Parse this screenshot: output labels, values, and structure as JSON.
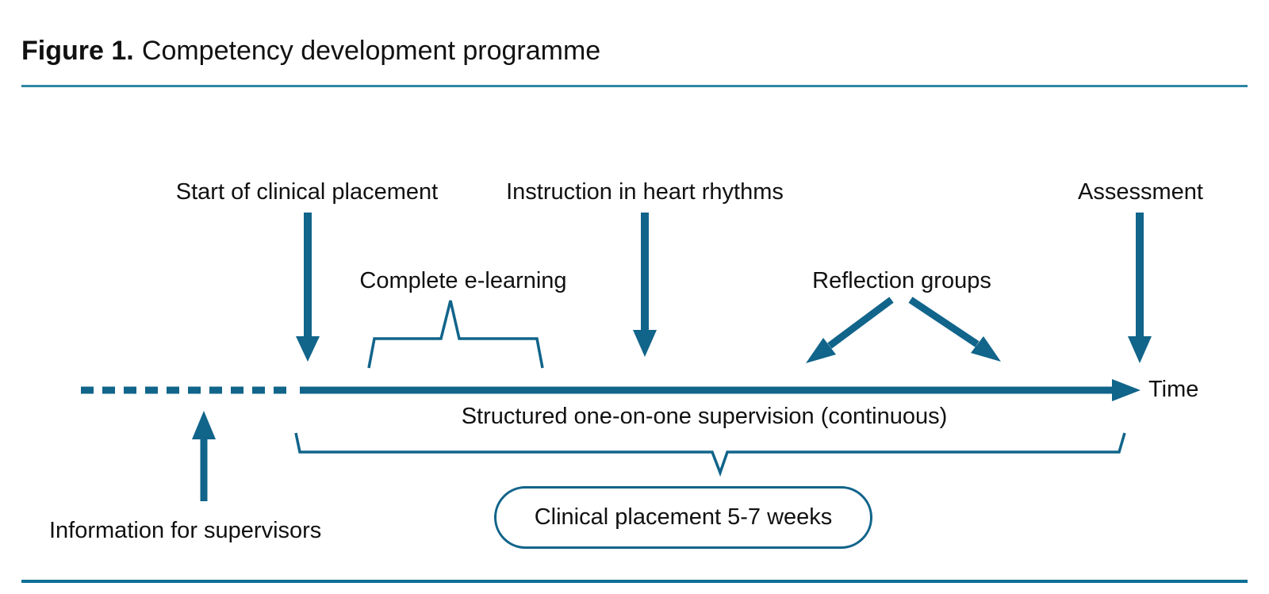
{
  "figure": {
    "label": "Figure 1.",
    "title": "Competency development programme"
  },
  "diagram": {
    "events": {
      "start": "Start of clinical placement",
      "instruction": "Instruction in heart rhythms",
      "assessment": "Assessment",
      "elearning": "Complete e-learning",
      "reflection": "Reflection groups",
      "supervision": "Structured one-on-one supervision (continuous)",
      "placement_duration": "Clinical placement 5-7 weeks",
      "supervisor_info": "Information for supervisors"
    },
    "timeline_label": "Time"
  },
  "colors": {
    "accent_teal": "#11648A",
    "rule_top": "#2E86A4",
    "rule_bottom": "#0E6F96",
    "text": "#111111"
  }
}
